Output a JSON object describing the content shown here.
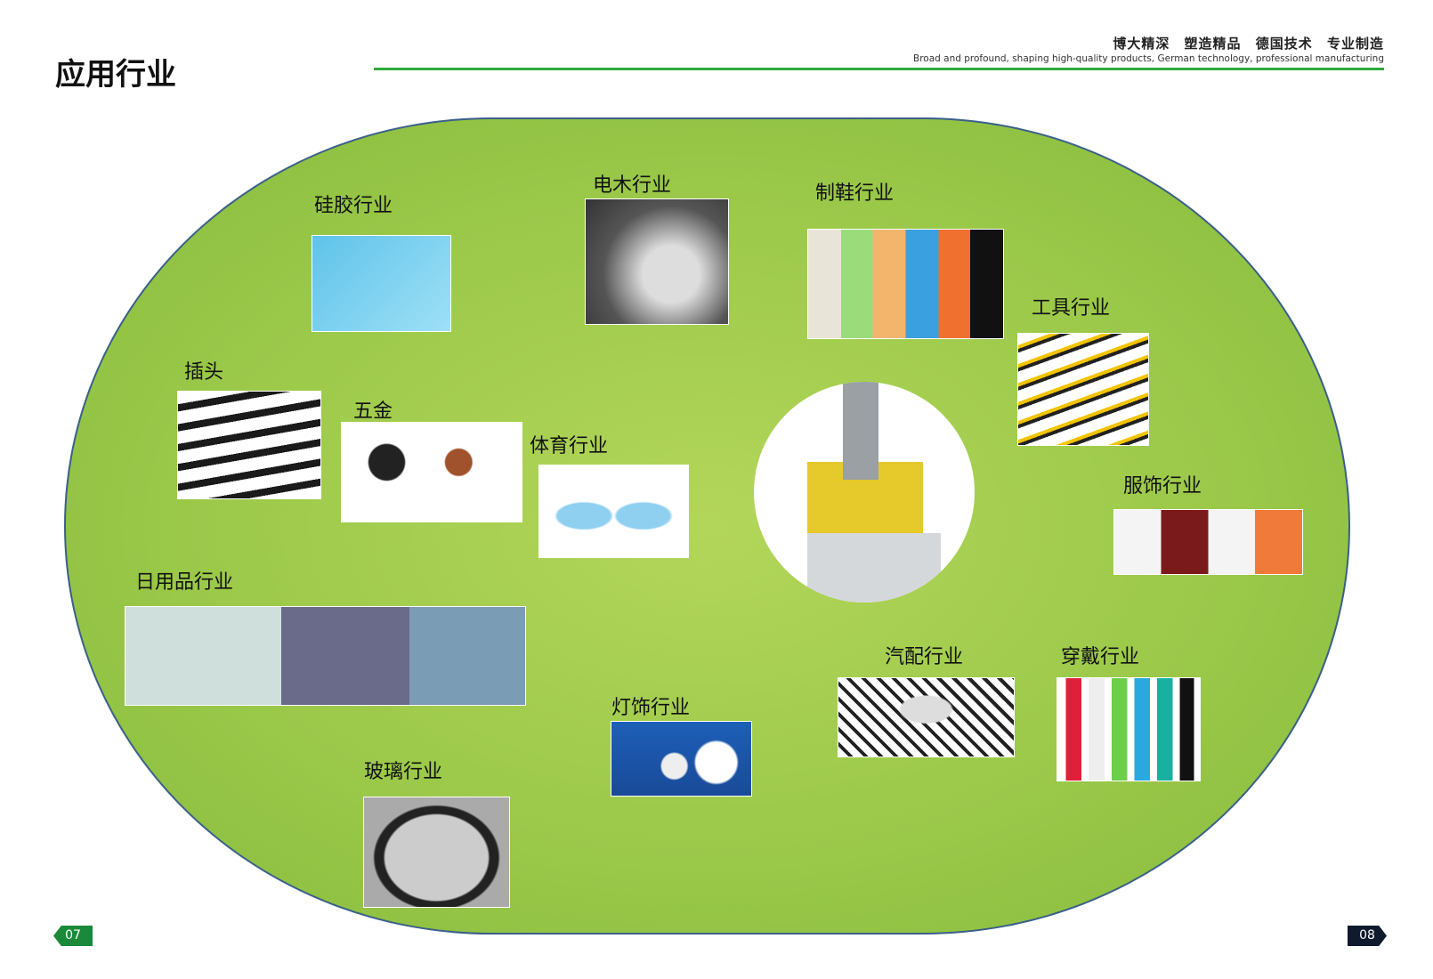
{
  "header": {
    "title": "应用行业",
    "slogan_cn": "博大精深 塑造精品 德国技术 专业制造",
    "slogan_en": "Broad and profound, shaping high-quality products, German technology, professional manufacturing"
  },
  "industries": [
    {
      "label": "硅胶行业"
    },
    {
      "label": "电木行业"
    },
    {
      "label": "制鞋行业"
    },
    {
      "label": "工具行业"
    },
    {
      "label": "插头"
    },
    {
      "label": "五金"
    },
    {
      "label": "体育行业"
    },
    {
      "label": "服饰行业"
    },
    {
      "label": "日用品行业"
    },
    {
      "label": "汽配行业"
    },
    {
      "label": "穿戴行业"
    },
    {
      "label": "灯饰行业"
    },
    {
      "label": "玻璃行业"
    }
  ],
  "pages": {
    "left": "07",
    "right": "08"
  },
  "colors": {
    "accent": "#2eaa3a",
    "oval_fill": "#9cc94a",
    "oval_border": "#3a5f8a"
  }
}
